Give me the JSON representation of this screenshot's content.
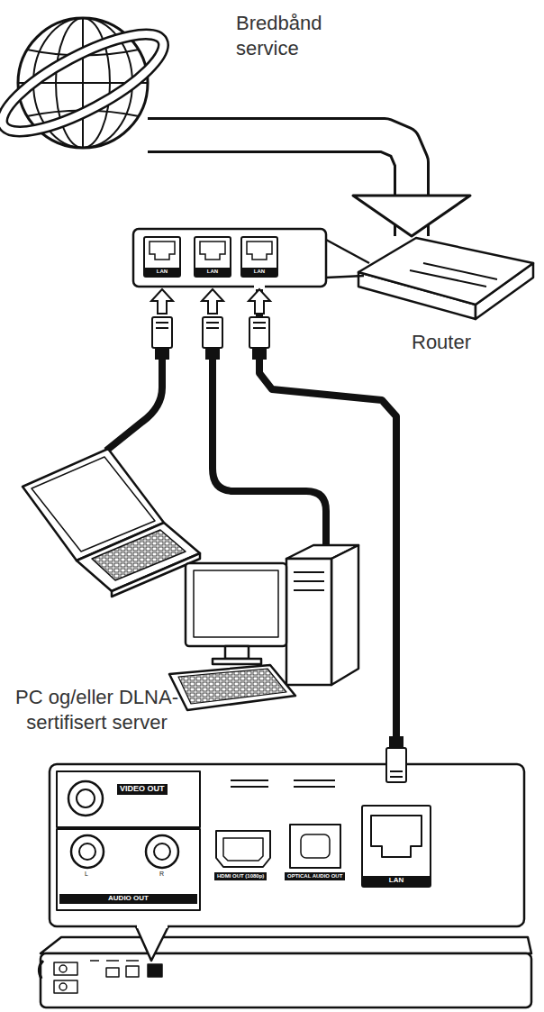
{
  "diagram": {
    "nodes": [
      {
        "text": [
          "Bredbånd service"
        ]
      },
      {
        "text": [
          "Router"
        ]
      },
      {
        "text": [
          "LAN"
        ]
      },
      {
        "text": [
          "LAN"
        ]
      },
      {
        "text": [
          "LAN"
        ]
      },
      {
        "text": [
          "LAN"
        ]
      }
    ],
    "edges": [
      {
        "from": 0,
        "to": 1,
        "arrow": "to"
      },
      {
        "from": 4,
        "to": 5,
        "arrow": "to"
      }
    ],
    "labels": [
      "PC og/eller DLNA-sertifisert server",
      "VIDEO OUT",
      "AUDIO OUT",
      "L",
      "R",
      "HDMI OUT (1080p)",
      "OPTICAL AUDIO OUT"
    ]
  }
}
